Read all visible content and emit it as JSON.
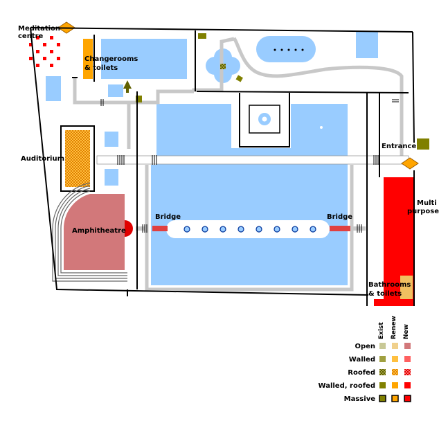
{
  "labels": {
    "meditation_1": "Meditation",
    "meditation_2": "centre",
    "changerooms_1": "Changerooms",
    "changerooms_2": "& toilets",
    "auditorium": "Auditorium",
    "amphitheatre": "Amphitheatre",
    "bridge_left": "Bridge",
    "bridge_right": "Bridge",
    "entrance": "Entrance",
    "multi_1": "Multi",
    "multi_2": "purpose",
    "bathrooms_1": "Bathrooms",
    "bathrooms_2": "& toilets"
  },
  "legend": {
    "columns": [
      "Exist",
      "Renew",
      "New"
    ],
    "rows": [
      "Open",
      "Walled",
      "Roofed",
      "Walled, roofed",
      "Massive"
    ]
  },
  "colors": {
    "water": "#99ccff",
    "path": "#c8c8c8",
    "wall": "#000000",
    "exist": "#808000",
    "renew": "#ffa500",
    "new": "#ff0000",
    "exist_open": "#c8c896",
    "renew_open": "#f0d08c",
    "new_open": "#d2787a",
    "amphitheatre": "#d2787a"
  }
}
